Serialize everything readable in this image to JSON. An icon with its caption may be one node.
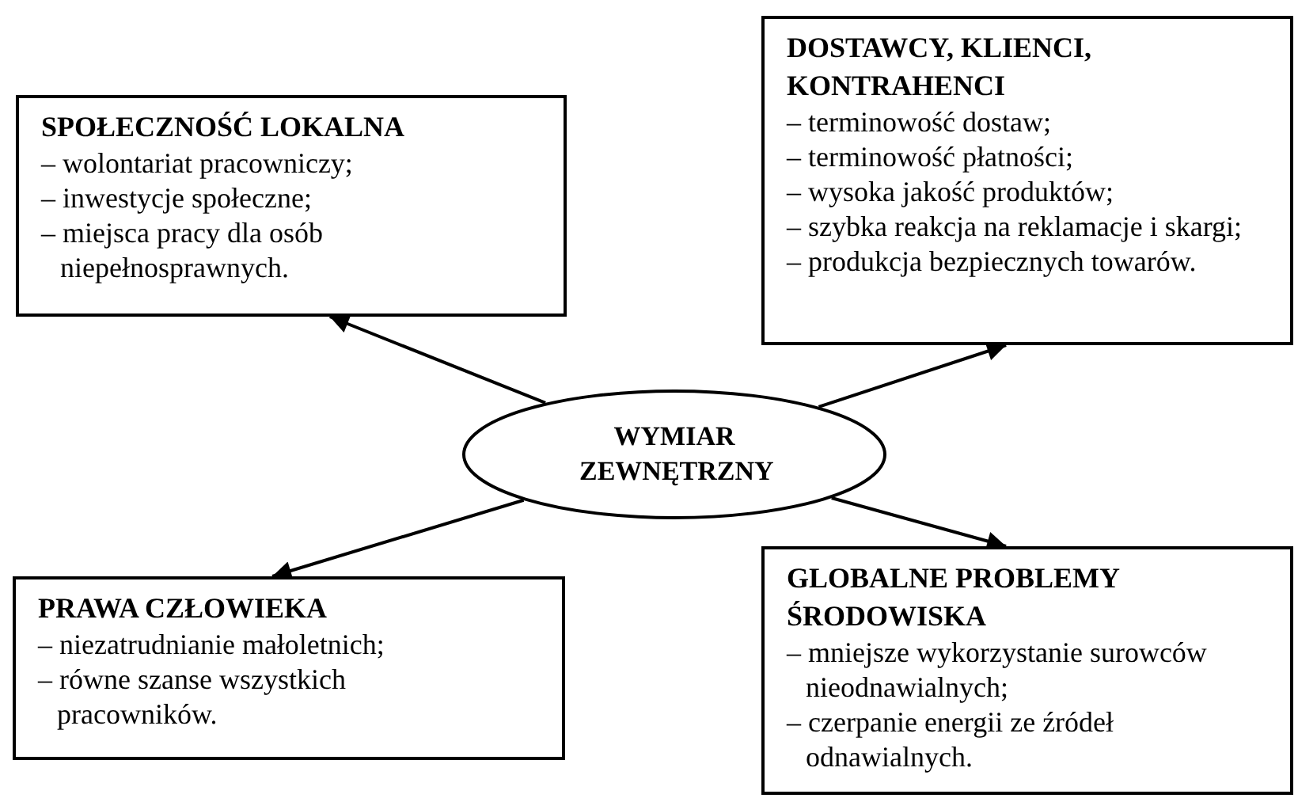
{
  "diagram": {
    "nodes": [
      {
        "text": [
          "WYMIAR ZEWNĘTRZNY"
        ]
      },
      {
        "text": [
          "SPOŁECZNOŚĆ LOKALNA",
          "– wolontariat pracowniczy;",
          "– inwestycje społeczne;",
          "– miejsca pracy dla osób niepełnosprawnych."
        ]
      },
      {
        "text": [
          "DOSTAWCY, KLIENCI, KONTRAHENCI",
          "– terminowość dostaw;",
          "– terminowość płatności;",
          "– wysoka jakość produktów;",
          "– szybka reakcja na reklamacje i skargi;",
          "– produkcja bezpiecznych towarów."
        ]
      },
      {
        "text": [
          "PRAWA CZŁOWIEKA",
          "– niezatrudnianie małoletnich;",
          "– równe szanse wszystkich pracowników."
        ]
      },
      {
        "text": [
          "GLOBALNE PROBLEMY ŚRODOWISKA",
          "– mniejsze wykorzystanie surowców nieodnawialnych;",
          "– czerpanie energii ze źródeł odnawialnych."
        ]
      }
    ],
    "edges": [
      {
        "from": 0,
        "to": 1,
        "arrow": "to"
      },
      {
        "from": 0,
        "to": 2,
        "arrow": "to"
      },
      {
        "from": 0,
        "to": 3,
        "arrow": "to"
      },
      {
        "from": 0,
        "to": 4,
        "arrow": "to"
      }
    ]
  }
}
